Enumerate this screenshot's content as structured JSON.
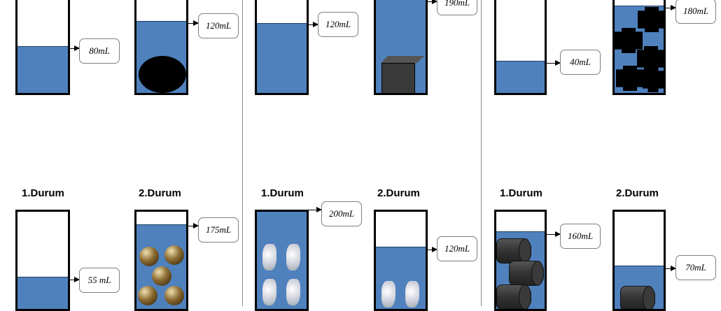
{
  "colors": {
    "water": "#4f81bd"
  },
  "state_labels": {
    "first": "1.Durum",
    "second": "2.Durum"
  },
  "panels": [
    {
      "top": {
        "first": "80mL",
        "second": "120mL"
      },
      "bottom": {
        "first": "55 mL",
        "second": "175mL"
      }
    },
    {
      "top": {
        "first": "120mL",
        "second": "190mL"
      },
      "bottom": {
        "first": "200mL",
        "second": "120mL"
      }
    },
    {
      "top": {
        "first": "40mL",
        "second": "180mL"
      },
      "bottom": {
        "first": "160mL",
        "second": "70mL"
      }
    }
  ]
}
